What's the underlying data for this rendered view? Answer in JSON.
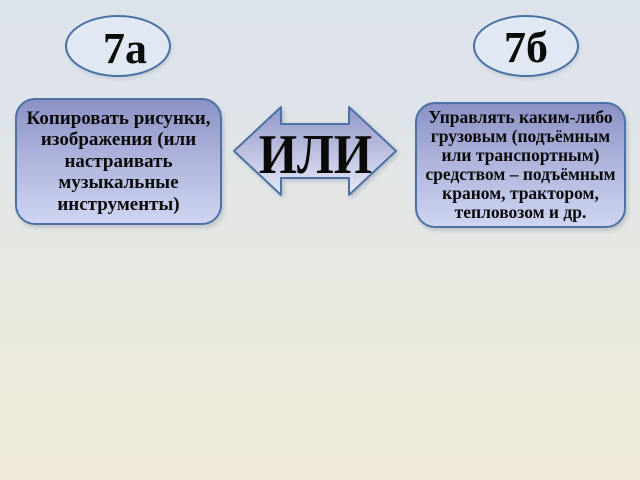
{
  "slide": {
    "badge_a": {
      "label": "7а"
    },
    "badge_b": {
      "label": "7б"
    },
    "left_box": {
      "lines": [
        "Копировать рисунки,",
        "изображения (или",
        "настраивать",
        "музыкальные",
        "инструменты)"
      ]
    },
    "right_box": {
      "lines": [
        "Управлять каким-либо",
        "грузовым (подъёмным",
        "или транспортным)",
        "средством – подъёмным",
        "краном, трактором,",
        "тепловозом и др."
      ]
    },
    "connector": {
      "label": "ИЛИ"
    },
    "colors": {
      "background_top": "#dde3eb",
      "background_bottom": "#f0ebd8",
      "shape_border": "#4d71a2",
      "ellipse_fill": "#dfe8f3",
      "box_fill_top": "#8b91c4",
      "box_fill_bottom": "#ced5f1",
      "arrow_fill_top": "#9096c8",
      "arrow_fill_bottom": "#e7eaf7",
      "text_color": "#0a0a0a"
    }
  }
}
